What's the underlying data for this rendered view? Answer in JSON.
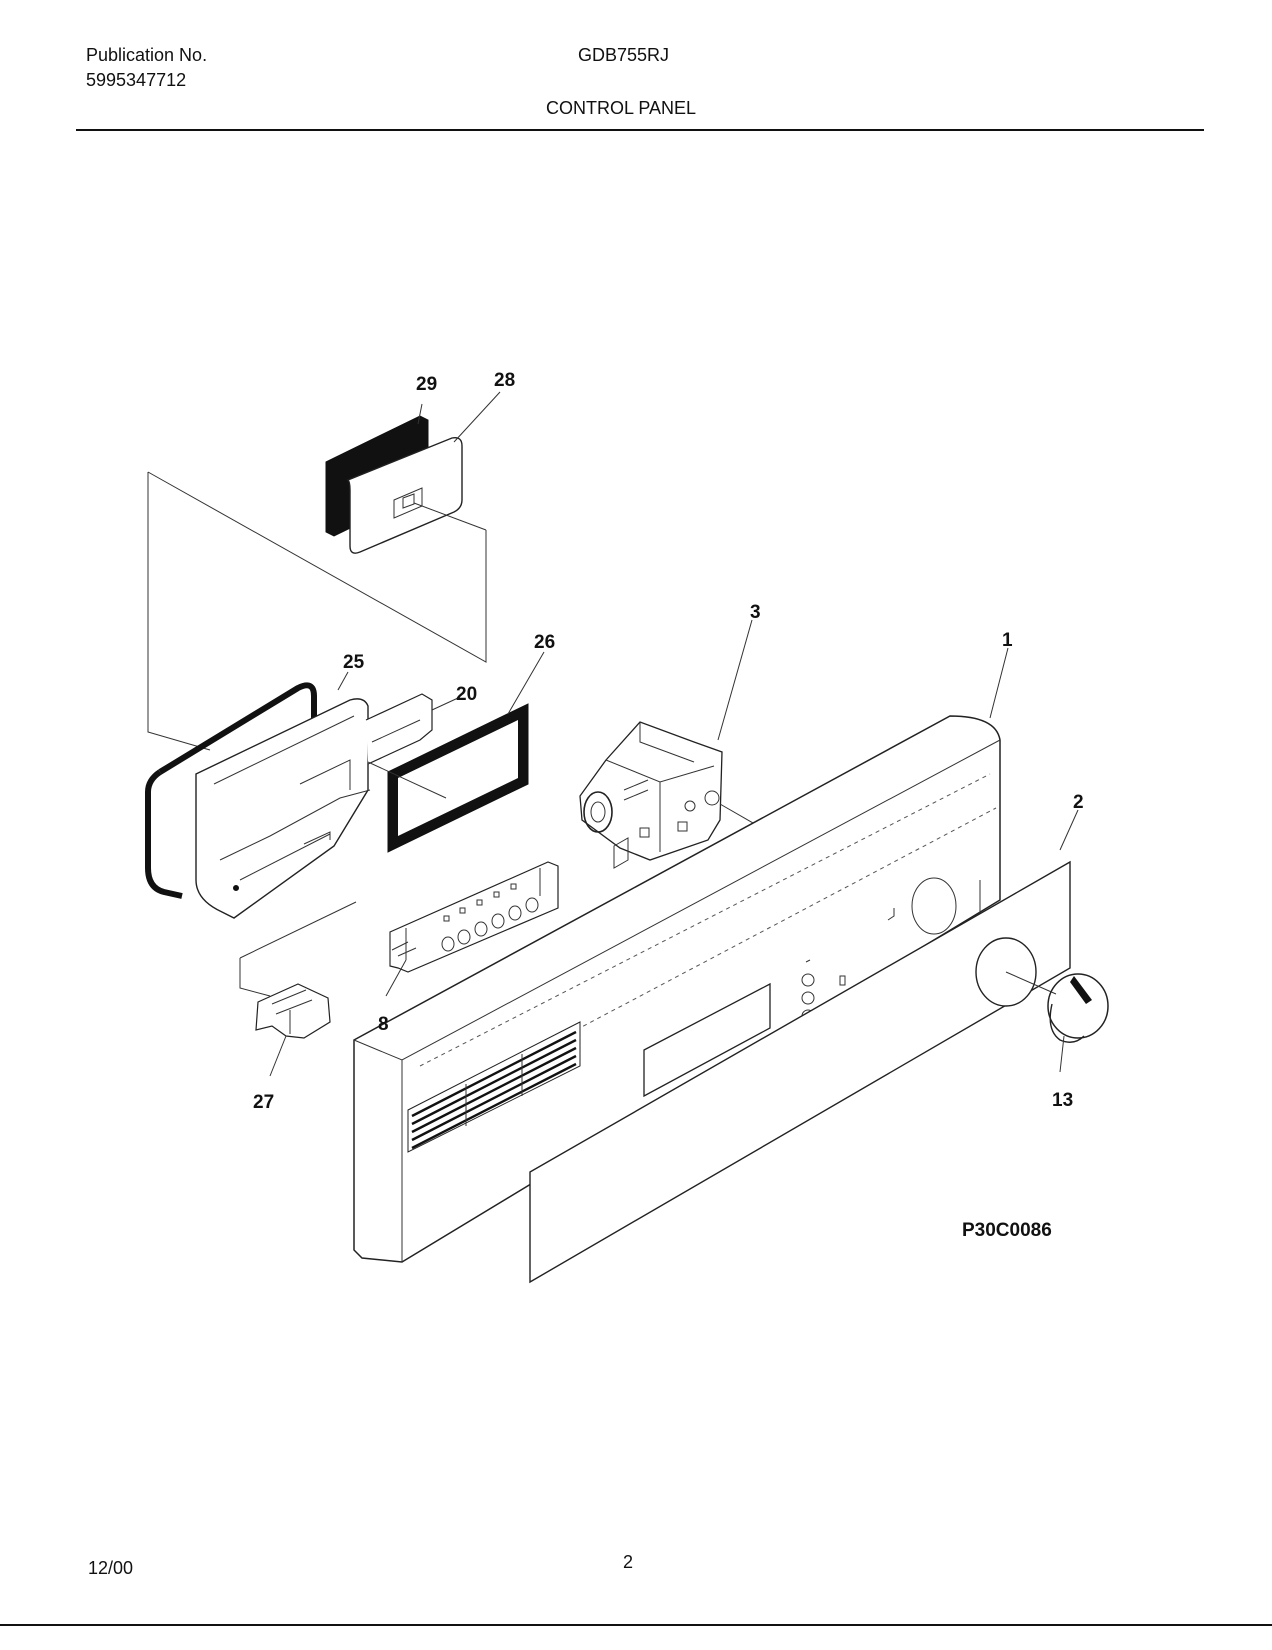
{
  "header": {
    "publication_label": "Publication No.",
    "publication_number": "5995347712",
    "model": "GDB755RJ",
    "section_title": "CONTROL PANEL"
  },
  "diagram": {
    "callouts": [
      "1",
      "2",
      "3",
      "8",
      "13",
      "20",
      "25",
      "26",
      "27",
      "28",
      "29"
    ],
    "reference_code": "P30C0086"
  },
  "footer": {
    "date": "12/00",
    "page": "2"
  }
}
